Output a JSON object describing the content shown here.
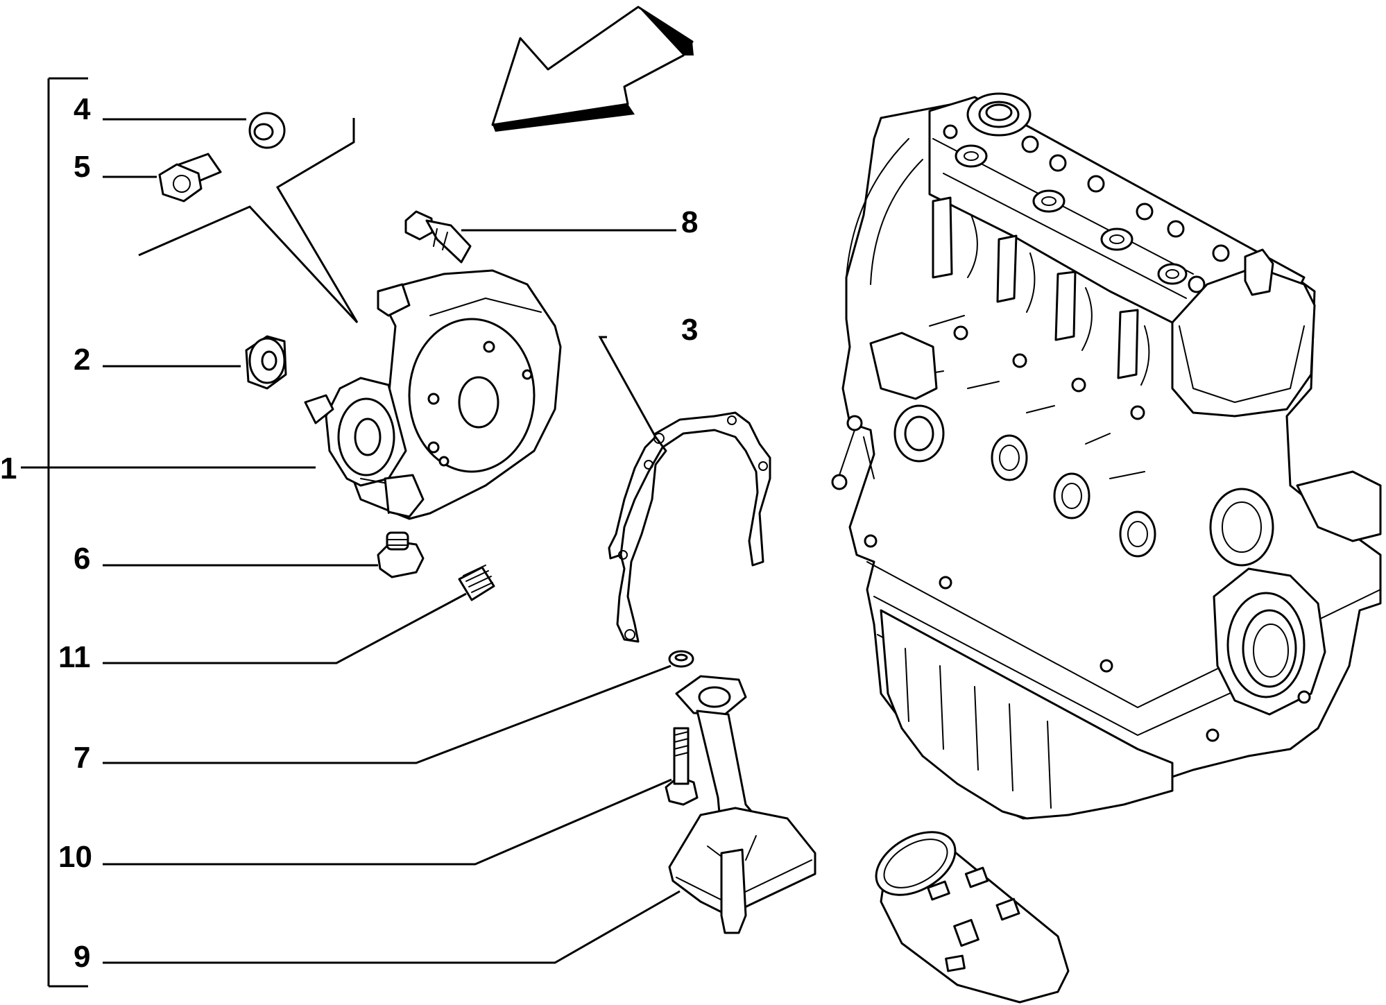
{
  "diagram": {
    "callouts": [
      {
        "id": "1",
        "label": "1"
      },
      {
        "id": "2",
        "label": "2"
      },
      {
        "id": "3",
        "label": "3"
      },
      {
        "id": "4",
        "label": "4"
      },
      {
        "id": "5",
        "label": "5"
      },
      {
        "id": "6",
        "label": "6"
      },
      {
        "id": "7",
        "label": "7"
      },
      {
        "id": "8",
        "label": "8"
      },
      {
        "id": "9",
        "label": "9"
      },
      {
        "id": "10",
        "label": "10"
      },
      {
        "id": "11",
        "label": "11"
      }
    ],
    "icons": [
      "direction-arrow-icon",
      "engine-block-icon",
      "oil-filter-icon"
    ]
  }
}
